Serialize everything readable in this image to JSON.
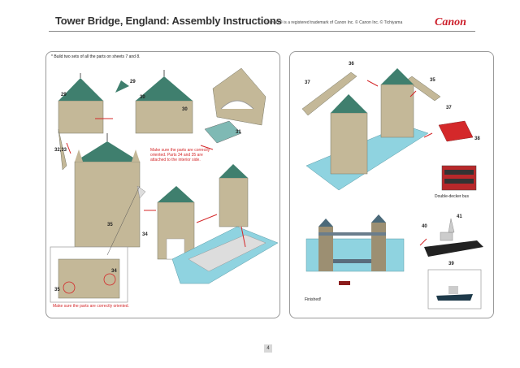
{
  "header": {
    "title": "Tower Bridge, England: Assembly Instructions",
    "trademark": "Canon ® is a registered trademark of Canon Inc. © Canon Inc. © Tichiyama",
    "logo": "Canon"
  },
  "left_panel": {
    "note_top": "* Build two sets of all the parts on sheets 7 and 8.",
    "note_orientation": "Make sure the parts are correctly oriented. Parts 34 and 35 are attached to the interior side.",
    "note_bottom": "Make sure the parts are correctly oriented.",
    "part_labels": {
      "p29a": "29",
      "p29b": "29",
      "p30a": "30",
      "p30b": "30",
      "p31": "31",
      "p3233": "32,33",
      "p34a": "34",
      "p34b": "34",
      "p35a": "35",
      "p35b": "35"
    }
  },
  "right_panel": {
    "part_labels": {
      "p36": "36",
      "p35": "35",
      "p37a": "37",
      "p37b": "37",
      "p38": "38",
      "p40": "40",
      "p41": "41",
      "p39": "39"
    },
    "bus_caption": "Double-decker bus",
    "finished_caption": "Finished!"
  },
  "footer": {
    "page_number": "4"
  },
  "colors": {
    "tower": "#c4b898",
    "roof": "#3f7f6e",
    "base": "#8fd3e0",
    "accent": "#d4282a"
  }
}
